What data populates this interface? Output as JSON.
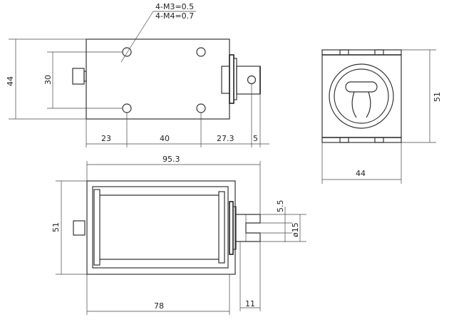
{
  "callout": {
    "line1": "4-M3=0.5",
    "line2": "4-M4=0.7"
  },
  "top_view": {
    "height": "44",
    "hole_spacing": "30",
    "d1": "23",
    "d2": "40",
    "d3": "27.3",
    "d4": "5"
  },
  "end_view": {
    "height": "51",
    "width": "44"
  },
  "side_view": {
    "overall": "95.3",
    "height": "51",
    "body": "78",
    "plunger": "11",
    "slot": "5.5",
    "diameter": "ø15"
  }
}
